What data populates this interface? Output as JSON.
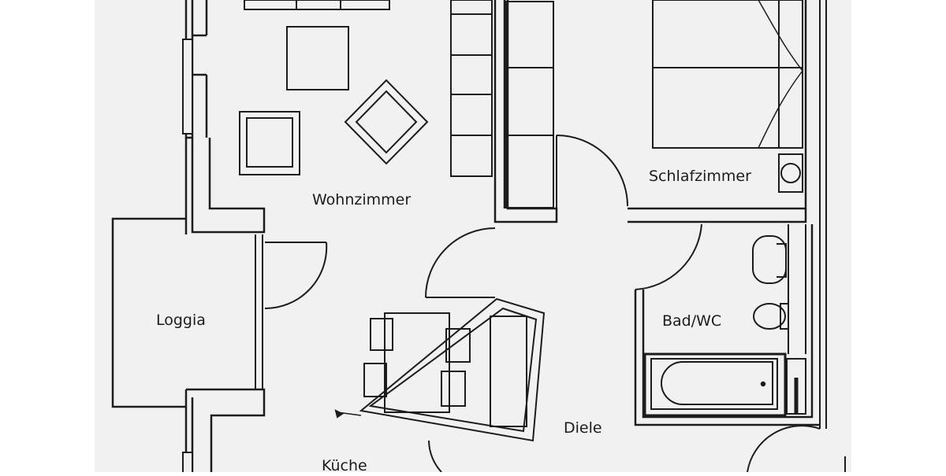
{
  "rooms": {
    "wohnzimmer": "Wohnzimmer",
    "schlafzimmer": "Schlafzimmer",
    "loggia": "Loggia",
    "bad": "Bad/WC",
    "diele": "Diele",
    "kueche": "Küche"
  },
  "colors": {
    "paper": "#f1f1f1",
    "ink": "#1c1c1c",
    "margin": "#ffffff"
  }
}
